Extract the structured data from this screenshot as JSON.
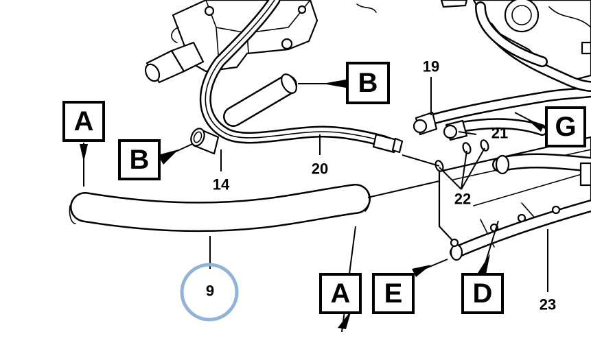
{
  "diagram": {
    "letter_boxes": [
      {
        "id": "A-top",
        "text": "A"
      },
      {
        "id": "B-left",
        "text": "B"
      },
      {
        "id": "B-top",
        "text": "B"
      },
      {
        "id": "G",
        "text": "G"
      },
      {
        "id": "A-bottom",
        "text": "A"
      },
      {
        "id": "E",
        "text": "E"
      },
      {
        "id": "D",
        "text": "D"
      }
    ],
    "part_numbers": [
      {
        "id": "19",
        "text": "19"
      },
      {
        "id": "21",
        "text": "21"
      },
      {
        "id": "14",
        "text": "14"
      },
      {
        "id": "20",
        "text": "20"
      },
      {
        "id": "22",
        "text": "22"
      },
      {
        "id": "9",
        "text": "9"
      },
      {
        "id": "23",
        "text": "23"
      }
    ],
    "highlight": {
      "part": "9",
      "ring_color": "#8fb3d9"
    }
  }
}
